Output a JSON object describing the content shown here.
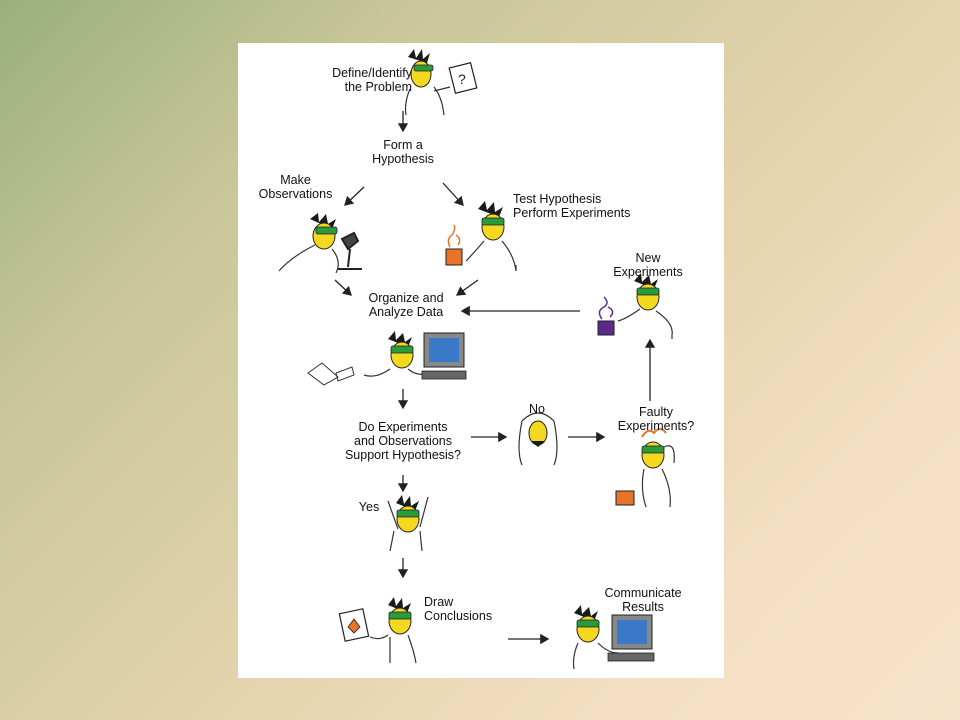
{
  "diagram": {
    "steps": {
      "define": "Define/Identify\nthe Problem",
      "hypothesis": "Form a\nHypothesis",
      "observe": "Make\nObservations",
      "test": "Test Hypothesis\nPerform Experiments",
      "organize": "Organize and\nAnalyze Data",
      "new_experiments": "New\nExperiments",
      "support": "Do Experiments\nand Observations\nSupport Hypothesis?",
      "no": "No",
      "faulty": "Faulty\nExperiments?",
      "yes": "Yes",
      "conclude": "Draw\nConclusions",
      "communicate": "Communicate\nResults"
    },
    "colors": {
      "skin": "#f5d820",
      "goggles": "#2a9a3a",
      "hair": "#1a1a1a",
      "flask_orange": "#e8742a",
      "beaker_purple": "#5a2a8a",
      "screen_blue": "#3a78c8"
    }
  }
}
